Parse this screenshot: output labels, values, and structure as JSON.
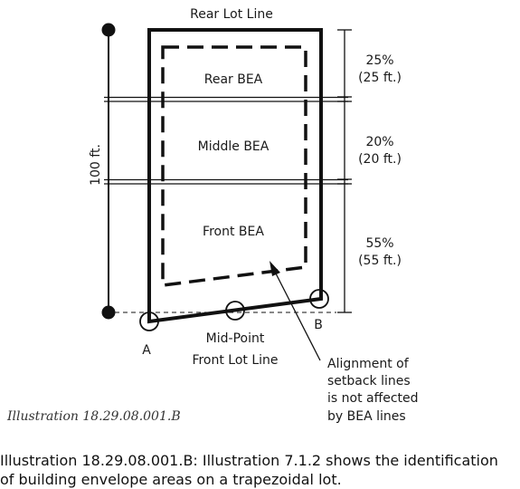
{
  "diagram": {
    "rear_lot_line": "Rear Lot Line",
    "rear_bea": "Rear BEA",
    "middle_bea": "Middle BEA",
    "front_bea": "Front BEA",
    "depth_label": "100 ft.",
    "rear_pct": "25%",
    "rear_ft": "(25 ft.)",
    "middle_pct": "20%",
    "middle_ft": "(20 ft.)",
    "front_pct": "55%",
    "front_ft": "(55 ft.)",
    "point_a": "A",
    "point_b": "B",
    "midpoint_line1": "Mid-Point",
    "midpoint_line2": "Front Lot Line",
    "note_line1": "Alignment of",
    "note_line2": "setback lines",
    "note_line3": "is not affected",
    "note_line4": "by BEA lines"
  },
  "caption": "Illustration 18.29.08.001.B",
  "description": {
    "line1": "Illustration 18.29.08.001.B: Illustration 7.1.2 shows the identification",
    "line2": "of building envelope areas on a trapezoidal lot."
  }
}
